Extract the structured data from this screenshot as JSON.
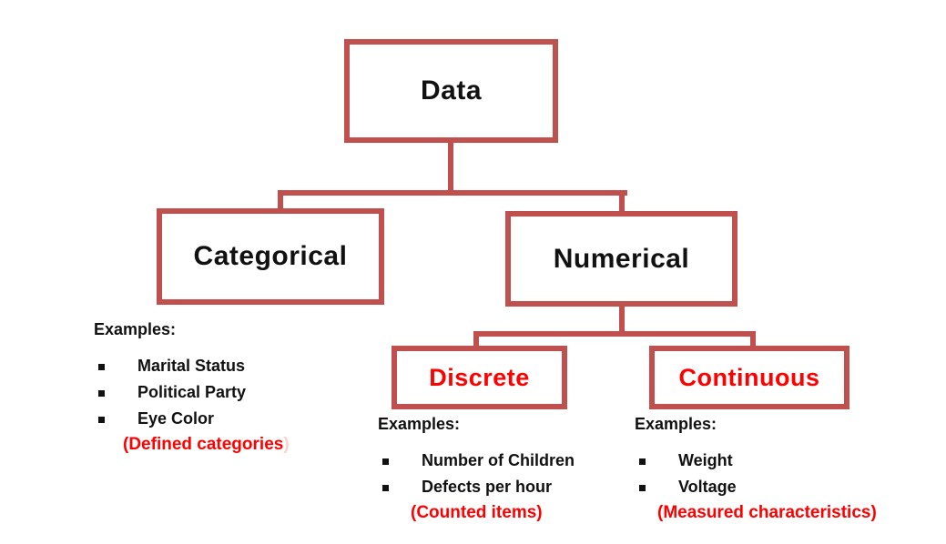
{
  "nodes": {
    "root": {
      "label": "Data"
    },
    "categorical": {
      "label": "Categorical"
    },
    "numerical": {
      "label": "Numerical"
    },
    "discrete": {
      "label": "Discrete"
    },
    "continuous": {
      "label": "Continuous"
    }
  },
  "examples": {
    "categorical": {
      "heading": "Examples:",
      "items": [
        "Marital Status",
        "Political Party",
        "Eye Color"
      ],
      "note": "(Defined categories",
      "note_faded_paren": ")"
    },
    "discrete": {
      "heading": "Examples:",
      "items": [
        "Number of Children",
        "Defects per hour"
      ],
      "note": "(Counted items)"
    },
    "continuous": {
      "heading": "Examples:",
      "items": [
        "Weight",
        "Voltage"
      ],
      "note": "(Measured characteristics)"
    }
  },
  "colors": {
    "box_border": "#C0504D",
    "connector": "#C0504D",
    "node_text": "#111111",
    "highlight_text": "#FF0000",
    "faded_paren": "#F6D3CC",
    "background": "#FFFFFF"
  }
}
